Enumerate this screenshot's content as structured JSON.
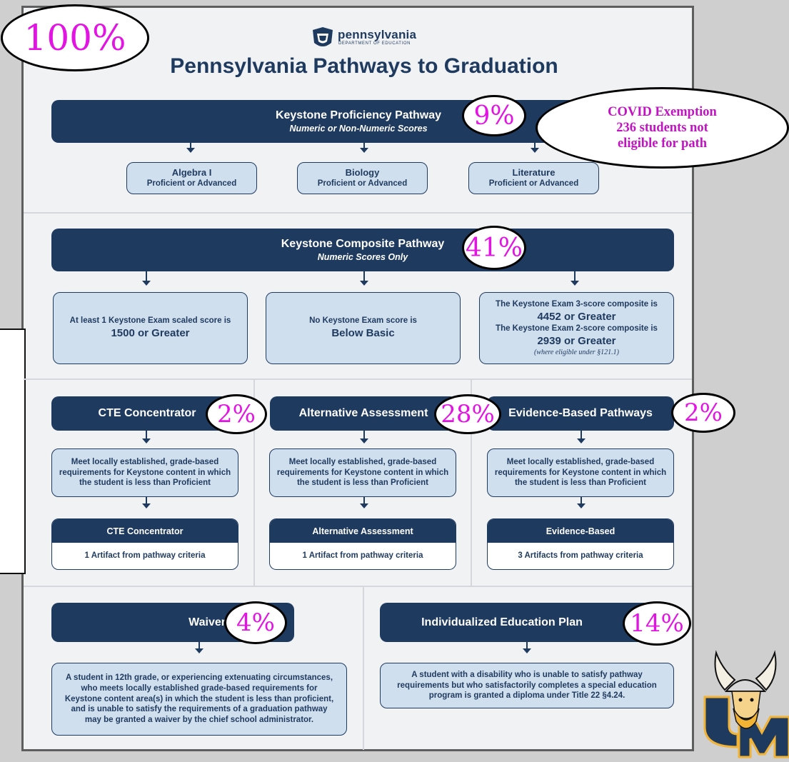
{
  "header": {
    "logo_text": "pennsylvania",
    "logo_sub": "DEPARTMENT OF EDUCATION",
    "title": "Pennsylvania Pathways to Graduation"
  },
  "overall_percent": "100%",
  "proficiency": {
    "title": "Keystone Proficiency Pathway",
    "subtitle": "Numeric or Non-Numeric Scores",
    "percent": "9%",
    "exemption": [
      "COVID Exemption",
      "236 students not",
      "eligible for path"
    ],
    "boxes": [
      {
        "name": "Algebra I",
        "level": "Proficient or Advanced"
      },
      {
        "name": "Biology",
        "level": "Proficient or Advanced"
      },
      {
        "name": "Literature",
        "level": "Proficient or Advanced"
      }
    ]
  },
  "composite": {
    "title": "Keystone Composite Pathway",
    "subtitle": "Numeric Scores Only",
    "percent": "41%",
    "box1": {
      "line1": "At least 1 Keystone Exam scaled score is",
      "line2": "1500 or Greater"
    },
    "box2": {
      "line1": "No Keystone Exam score is",
      "line2": "Below Basic"
    },
    "box3": {
      "line1": "The Keystone Exam 3-score composite is",
      "line2": "4452 or Greater",
      "line3": "The Keystone Exam 2-score composite is",
      "line4": "2939 or Greater",
      "note": "(where eligible under §121.1)"
    }
  },
  "middle": [
    {
      "title": "CTE Concentrator",
      "percent": "2%",
      "requirement": "Meet locally established, grade-based requirements for Keystone content in which the student is less than Proficient",
      "card_title": "CTE Concentrator",
      "card_body": "1 Artifact from pathway criteria"
    },
    {
      "title": "Alternative Assessment",
      "percent": "28%",
      "requirement": "Meet locally established, grade-based requirements for Keystone content in which the student is less than Proficient",
      "card_title": "Alternative Assessment",
      "card_body": "1 Artifact from pathway criteria"
    },
    {
      "title": "Evidence-Based Pathways",
      "percent": "2%",
      "requirement": "Meet locally established, grade-based requirements for Keystone content in which the student is less than Proficient",
      "card_title": "Evidence-Based",
      "card_body": "3 Artifacts from pathway criteria"
    }
  ],
  "waiver": {
    "title": "Waiver",
    "percent": "4%",
    "text": "A student in 12th grade, or experiencing extenuating circumstances, who meets locally established grade-based requirements for Keystone content area(s) in which the student is less than proficient, and is unable to satisfy the requirements of a graduation pathway may be granted a waiver by the chief school administrator."
  },
  "iep": {
    "title": "Individualized Education Plan",
    "percent": "14%",
    "text": "A student with a disability who is unable to satisfy pathway requirements but who satisfactorily completes a special education program is granted a diploma under Title 22 §4.24."
  },
  "mascot": {
    "logo_letters": "UM"
  },
  "colors": {
    "navy": "#1f3a5f",
    "light_blue": "#cfdfee",
    "magenta": "#e314e3",
    "poster_bg": "#f1f2f4"
  }
}
